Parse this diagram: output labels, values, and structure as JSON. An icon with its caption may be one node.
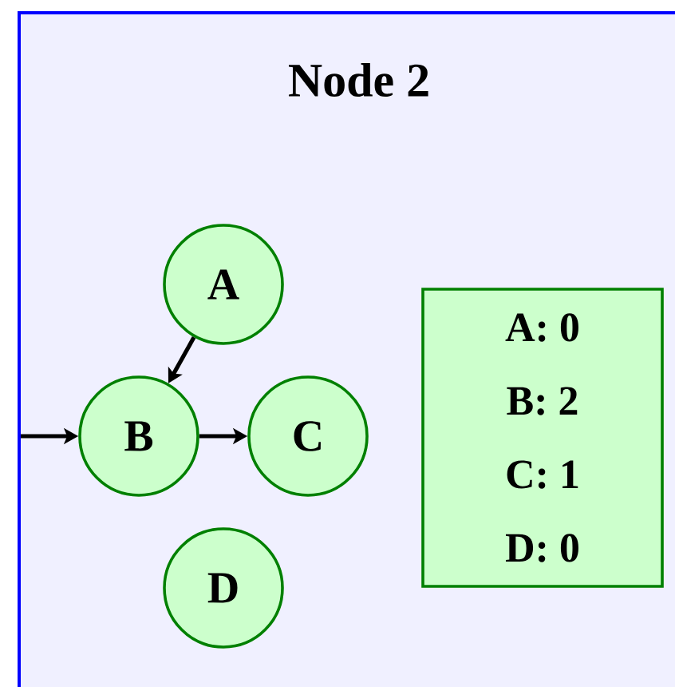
{
  "diagram": {
    "nodes": [
      {
        "text": [
          "Node 2"
        ]
      },
      {
        "text": [
          "A"
        ],
        "in": 0
      },
      {
        "text": [
          "B"
        ],
        "in": 0
      },
      {
        "text": [
          "C"
        ],
        "in": 0
      },
      {
        "text": [
          "D"
        ],
        "in": 0
      },
      {
        "text": [
          "A: 0",
          "B: 2",
          "C: 1",
          "D: 0"
        ],
        "in": 0
      }
    ],
    "edges": [
      {
        "from": null,
        "to": 2,
        "arrow": "to"
      },
      {
        "from": 1,
        "to": 2,
        "arrow": "to"
      },
      {
        "from": 2,
        "to": 3,
        "arrow": "to"
      }
    ]
  }
}
